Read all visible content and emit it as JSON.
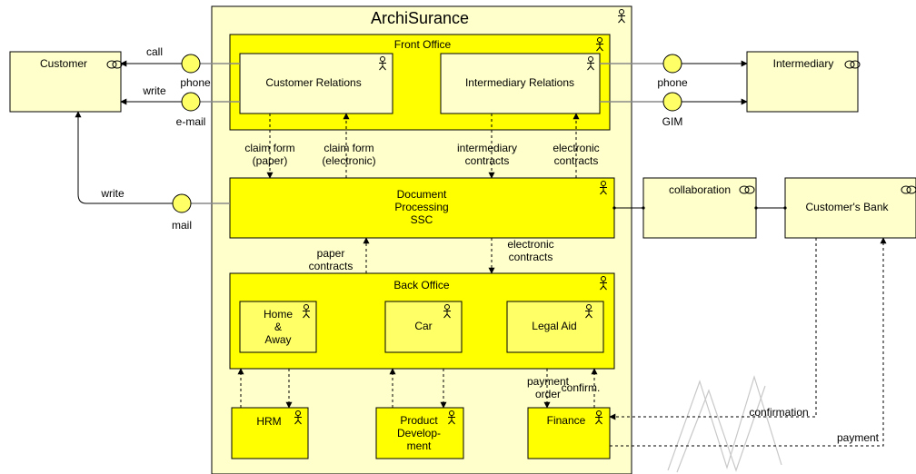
{
  "title": "ArchiSurance",
  "actors": {
    "customer": "Customer",
    "intermediary": "Intermediary",
    "customers_bank": "Customer's Bank",
    "collaboration": "collaboration"
  },
  "units": {
    "front_office": "Front Office",
    "customer_relations": "Customer Relations",
    "intermediary_relations": "Intermediary Relations",
    "document_processing": "Document\nProcessing\nSSC",
    "back_office": "Back Office",
    "home_away": "Home\n&\nAway",
    "car": "Car",
    "legal_aid": "Legal Aid",
    "hrm": "HRM",
    "product_development": "Product\nDevelop-\nment",
    "finance": "Finance"
  },
  "interfaces": {
    "phone_left": "phone",
    "email": "e-mail",
    "mail": "mail",
    "phone_right": "phone",
    "gim": "GIM"
  },
  "flows": {
    "call": "call",
    "write_top": "write",
    "write_mail": "write",
    "claim_paper": "claim form\n(paper)",
    "claim_electronic": "claim form\n(electronic)",
    "intermediary_contracts": "intermediary\ncontracts",
    "electronic_contracts_top": "electronic\ncontracts",
    "paper_contracts": "paper\ncontracts",
    "electronic_contracts_mid": "electronic\ncontracts",
    "payment_order": "payment\norder",
    "confirm": "confirm.",
    "confirmation": "confirmation",
    "payment": "payment"
  },
  "colors": {
    "outer_bg": "#ffffcc",
    "box_bg": "#ffff66",
    "actor_bg": "#ffffcc",
    "bright": "#ffff00"
  }
}
